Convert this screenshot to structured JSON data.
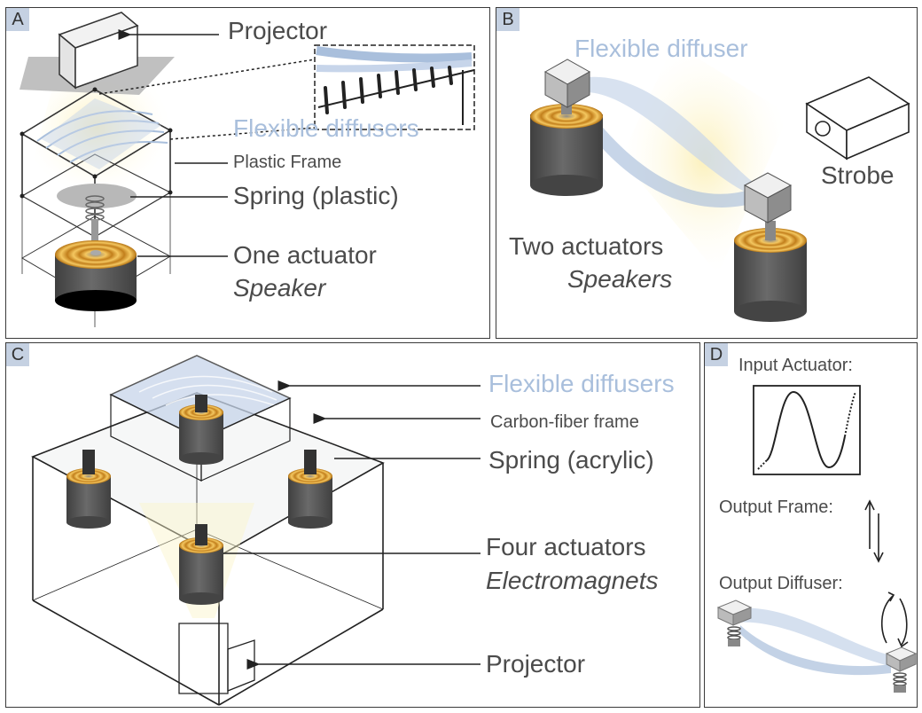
{
  "panels": {
    "a": {
      "tag": "A",
      "projector": "Projector",
      "flexible_diffusers": "Flexible diffusers",
      "plastic_frame": "Plastic Frame",
      "spring": "Spring (plastic)",
      "actuator": "One actuator",
      "actuator_type": "Speaker"
    },
    "b": {
      "tag": "B",
      "flexible_diffuser": "Flexible diffuser",
      "strobe": "Strobe",
      "actuators": "Two actuators",
      "actuators_type": "Speakers"
    },
    "c": {
      "tag": "C",
      "flexible_diffusers": "Flexible diffusers",
      "frame": "Carbon-fiber frame",
      "spring": "Spring (acrylic)",
      "actuators": "Four actuators",
      "actuators_type": "Electromagnets",
      "projector": "Projector"
    },
    "d": {
      "tag": "D",
      "input_actuator": "Input Actuator:",
      "output_frame": "Output Frame:",
      "output_diffuser": "Output Diffuser:"
    }
  },
  "colors": {
    "diffuser_blue": "#a9bfdc",
    "tag_bg": "#c5d1e2",
    "speaker_gold": "#e0a63a",
    "actuator_gray": "#5a5a5a",
    "light_yellow": "#fbf3c8"
  }
}
